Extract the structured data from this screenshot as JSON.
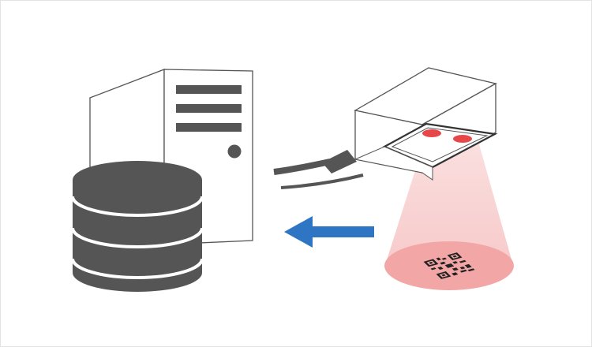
{
  "diagram": {
    "components": [
      {
        "id": "server",
        "icon": "server-tower-icon"
      },
      {
        "id": "database",
        "icon": "database-icon"
      },
      {
        "id": "scanner",
        "icon": "fixed-barcode-scanner-icon"
      },
      {
        "id": "code",
        "icon": "qr-code-icon"
      }
    ],
    "flow": {
      "from": "scanner",
      "to": "server",
      "direction": "left"
    },
    "colors": {
      "dark": "#555555",
      "outline": "#555555",
      "arrow": "#2e75c3",
      "beam": "#f6c7c7",
      "beam_spot": "#f3a6a6",
      "scanner_led": "#e8474a",
      "frame_border": "#e3e3e3"
    }
  }
}
